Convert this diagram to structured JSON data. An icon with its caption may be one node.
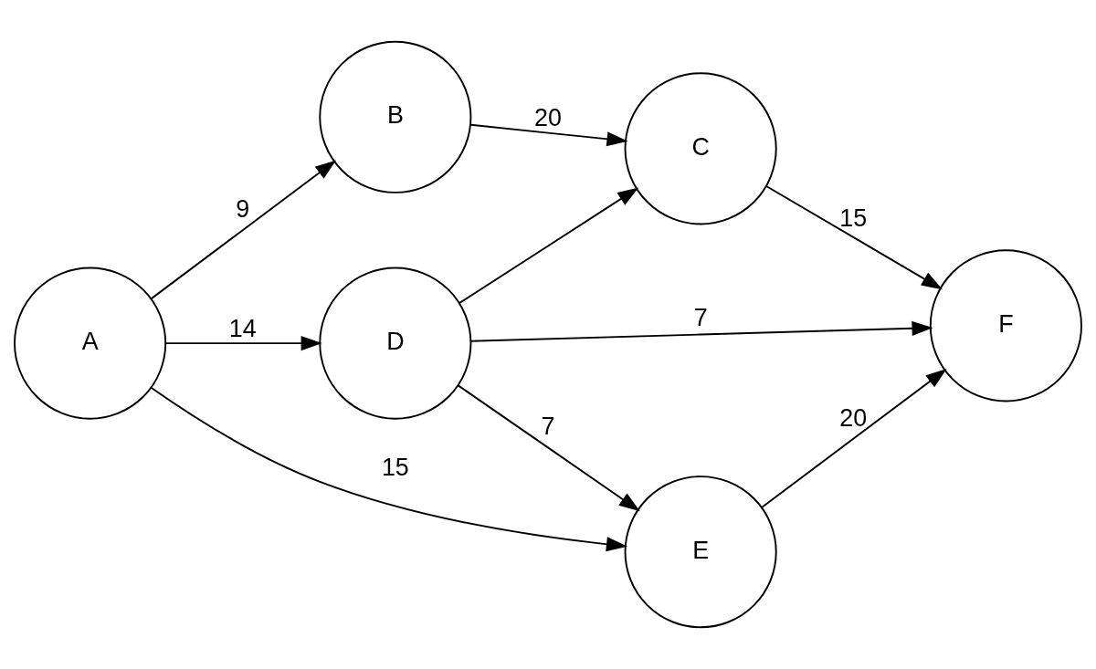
{
  "diagram": {
    "nodes": [
      {
        "text": [
          "A"
        ]
      },
      {
        "text": [
          "B"
        ]
      },
      {
        "text": [
          "C"
        ]
      },
      {
        "text": [
          "D"
        ]
      },
      {
        "text": [
          "E"
        ]
      },
      {
        "text": [
          "F"
        ]
      }
    ],
    "edges": [
      {
        "from": 0,
        "to": 1,
        "arrow": "to",
        "label": "9"
      },
      {
        "from": 1,
        "to": 2,
        "arrow": "to",
        "label": "20"
      },
      {
        "from": 0,
        "to": 3,
        "arrow": "to",
        "label": "14"
      },
      {
        "from": 3,
        "to": 2,
        "arrow": "to"
      },
      {
        "from": 2,
        "to": 5,
        "arrow": "to",
        "label": "15"
      },
      {
        "from": 3,
        "to": 5,
        "arrow": "to",
        "label": "7"
      },
      {
        "from": 3,
        "to": 4,
        "arrow": "to",
        "label": "7"
      },
      {
        "from": 0,
        "to": 4,
        "arrow": "to",
        "label": "15"
      },
      {
        "from": 4,
        "to": 5,
        "arrow": "to",
        "label": "20"
      }
    ]
  }
}
